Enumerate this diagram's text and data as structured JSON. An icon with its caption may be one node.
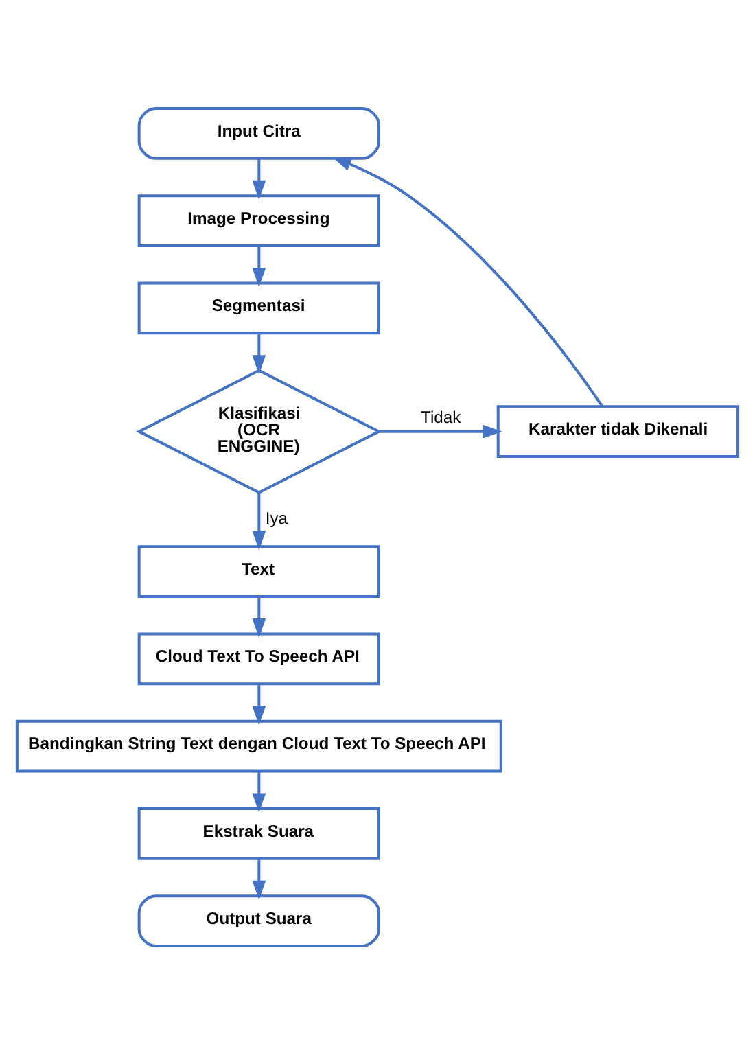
{
  "diagram": {
    "nodes": [
      {
        "text": [
          "Input Citra"
        ]
      },
      {
        "text": [
          "Image Processing"
        ]
      },
      {
        "text": [
          "Segmentasi"
        ]
      },
      {
        "text": [
          "Klasifikasi (OCR ENGGINE)"
        ]
      },
      {
        "text": [
          "Karakter tidak Dikenali"
        ]
      },
      {
        "text": [
          "Text"
        ]
      },
      {
        "text": [
          "Cloud Text To Speech API"
        ]
      },
      {
        "text": [
          "Bandingkan String Text dengan Cloud Text To Speech API"
        ]
      },
      {
        "text": [
          "Ekstrak Suara"
        ]
      },
      {
        "text": [
          "Output Suara"
        ]
      }
    ],
    "edges": [
      {
        "from": 0,
        "to": 1,
        "arrow": "to"
      },
      {
        "from": 1,
        "to": 2,
        "arrow": "to"
      },
      {
        "from": 2,
        "to": 3,
        "arrow": "to"
      },
      {
        "from": 3,
        "to": 4,
        "arrow": "to",
        "label": "Tidak"
      },
      {
        "from": 4,
        "to": 0,
        "arrow": "to"
      },
      {
        "from": 3,
        "to": 5,
        "arrow": "to",
        "label": "Iya"
      },
      {
        "from": 5,
        "to": 6,
        "arrow": "to"
      },
      {
        "from": 6,
        "to": 7,
        "arrow": "to"
      },
      {
        "from": 7,
        "to": 8,
        "arrow": "to"
      },
      {
        "from": 8,
        "to": 9,
        "arrow": "to"
      }
    ]
  }
}
